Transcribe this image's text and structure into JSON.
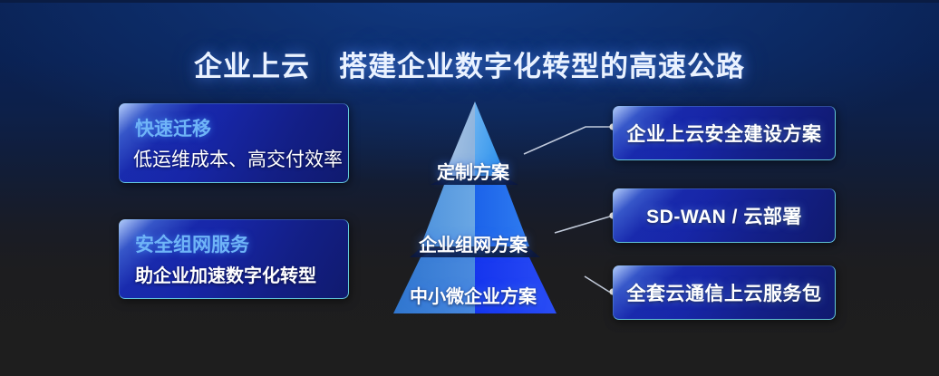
{
  "page": {
    "title": "企业上云　搭建企业数字化转型的高速公路",
    "background_top_color": "#0a2254",
    "background_bottom_color": "#1e1e1e",
    "accent_color": "#1a2fb4",
    "card_edge_glow_color": "#6ee1e6",
    "heading_color": "#6fb4f7"
  },
  "left_cards": [
    {
      "id": "fast-migration",
      "heading": "快速迁移",
      "subtext": "低运维成本、高交付效率"
    },
    {
      "id": "secure-network",
      "heading": "安全组网服务",
      "subtext": "助企业加速数字化转型"
    }
  ],
  "pyramid": {
    "tiers": [
      {
        "id": "top",
        "label": "定制方案",
        "left_face_color": "#9dbde0",
        "right_face_color": "#3aa0ef"
      },
      {
        "id": "middle",
        "label": "企业组网方案",
        "left_face_color": "#5a9de0",
        "right_face_color": "#1a5fe8"
      },
      {
        "id": "bottom",
        "label": "中小微企业方案",
        "left_face_color": "#3a7fd5",
        "right_face_color": "#1a3ff0"
      }
    ]
  },
  "right_cards": [
    {
      "id": "security-plan",
      "label": "企业上云安全建设方案"
    },
    {
      "id": "sdwan",
      "label": "SD-WAN / 云部署"
    },
    {
      "id": "comm-package",
      "label": "全套云通信上云服务包"
    }
  ],
  "connectors": [
    {
      "id": "connector-top",
      "from_tier": "top",
      "to_card": "security-plan"
    },
    {
      "id": "connector-middle",
      "from_tier": "middle",
      "to_card": "sdwan"
    },
    {
      "id": "connector-bottom",
      "from_tier": "bottom",
      "to_card": "comm-package"
    }
  ]
}
